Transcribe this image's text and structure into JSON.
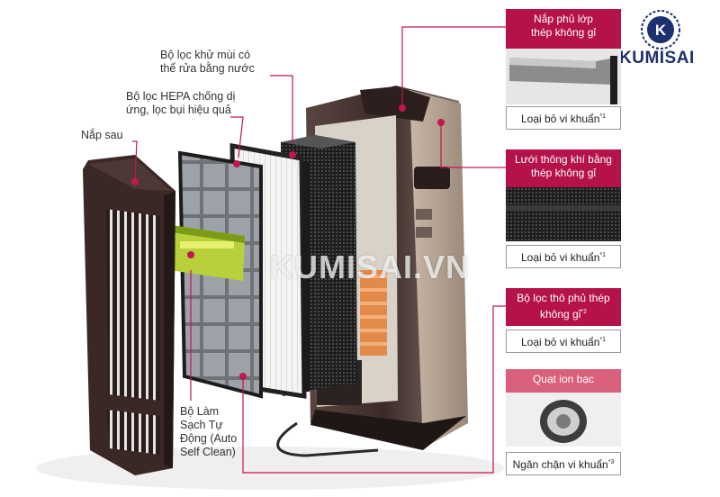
{
  "brand": {
    "logo_letter": "K",
    "name": "KUMISAI",
    "watermark": "KUMISAI.VN"
  },
  "callouts": {
    "deodor_filter": [
      "Bộ lọc khử mùi có",
      "thể rửa bằng nước"
    ],
    "hepa_filter": [
      "Bộ lọc HEPA chống dị",
      "ứng, lọc bụi hiệu quả"
    ],
    "back_cover": "Nắp sau",
    "auto_clean": [
      "Bộ Làm",
      "Sạch Tự",
      "Động (Auto",
      "Self Clean)"
    ]
  },
  "panels": [
    {
      "title": [
        "Nắp phủ lớp",
        "thép không gỉ"
      ],
      "footer": "Loại bỏ vi khuẩn",
      "footer_sup": "*1",
      "image": "stainless-cover-photo"
    },
    {
      "title": [
        "Lưới thông khí bằng",
        "thép không gỉ"
      ],
      "footer": "Loại bỏ vi khuẩn",
      "footer_sup": "*1",
      "image": "vent-mesh-photo"
    },
    {
      "title": [
        "Bộ lọc thô phủ thép",
        "không gỉ"
      ],
      "title_sup": "*2",
      "footer": "Loại bỏ vi khuẩn",
      "footer_sup": "*1",
      "image": ""
    },
    {
      "title": [
        "Quạt ion bạc"
      ],
      "footer": "Ngăn chặn vi khuẩn",
      "footer_sup": "*3",
      "image": "silver-ion-fan-photo"
    }
  ],
  "colors": {
    "accent": "#b5124a",
    "leader_line": "#c0174f",
    "brand": "#1c2f6e",
    "body_dark": "#3b2a28"
  }
}
